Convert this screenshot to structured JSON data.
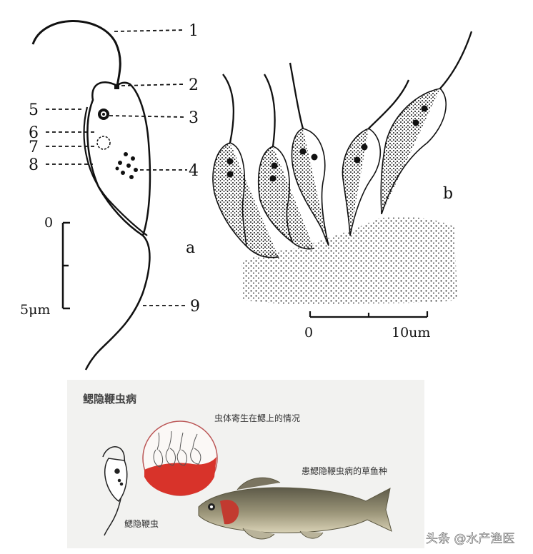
{
  "figure_a": {
    "callouts": [
      "1",
      "2",
      "3",
      "4",
      "5",
      "6",
      "7",
      "8",
      "9"
    ],
    "panel_label": "a",
    "scale_top": "0",
    "scale_bottom": "5μm"
  },
  "figure_b": {
    "panel_label": "b",
    "scale_left": "0",
    "scale_right": "10um"
  },
  "illustration": {
    "title": "鳃隐鞭虫病",
    "caption_circle": "虫体寄生在鳃上的情况",
    "caption_fish": "患鳃隐鞭虫病的草鱼种",
    "caption_parasite": "鳃隐鞭虫"
  },
  "watermark": "头条 @水产渔医",
  "colors": {
    "ink": "#111111",
    "gill_red": "#d8332a",
    "fish_body": "#8a8470",
    "panel_bg": "#f2f2f0"
  }
}
